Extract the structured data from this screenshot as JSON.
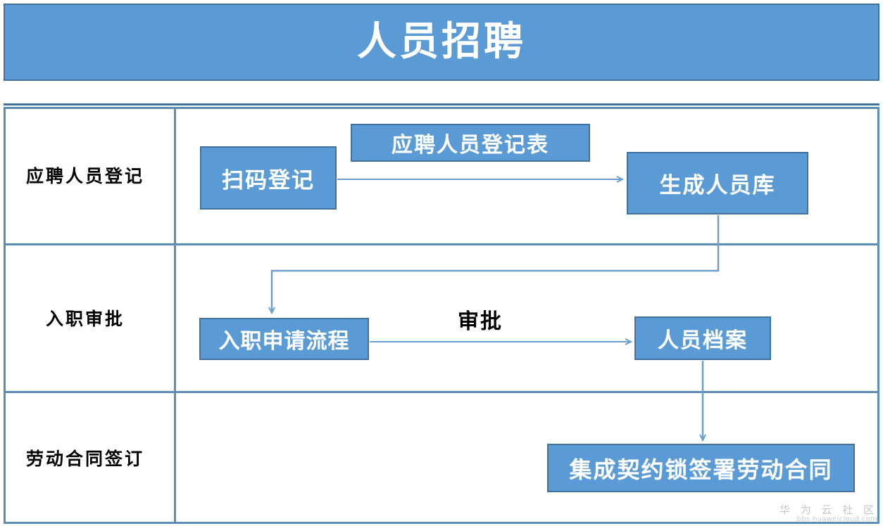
{
  "header": {
    "title": "人员招聘",
    "background_color": "#5B9BD5",
    "border_color": "#41719C",
    "text_color": "#FFFFFF"
  },
  "theme": {
    "node_fill": "#5B9BD5",
    "node_border": "#41719C",
    "grid_line": "#5B8DB8",
    "connector": "#6B9FD0",
    "label_text": "#000000",
    "page_background": "#FFFFFF"
  },
  "rows": [
    {
      "label": "应聘人员登记"
    },
    {
      "label": "入职审批"
    },
    {
      "label": "劳动合同签订"
    }
  ],
  "nodes": [
    {
      "id": "scan",
      "label": "扫码登记"
    },
    {
      "id": "form",
      "label": "应聘人员登记表"
    },
    {
      "id": "pool",
      "label": "生成人员库"
    },
    {
      "id": "apply",
      "label": "入职申请流程"
    },
    {
      "id": "archive",
      "label": "人员档案"
    },
    {
      "id": "contract",
      "label": "集成契约锁签署劳动合同"
    }
  ],
  "edges": [
    {
      "id": "scan-to-pool",
      "from": "scan",
      "to": "pool",
      "label": ""
    },
    {
      "id": "pool-to-apply",
      "from": "pool",
      "to": "apply",
      "label": ""
    },
    {
      "id": "apply-to-archive",
      "from": "apply",
      "to": "archive",
      "label": "审批"
    },
    {
      "id": "archive-to-contract",
      "from": "archive",
      "to": "contract",
      "label": ""
    }
  ],
  "watermark": {
    "brand": "华 为 云 社 区",
    "url": "bbs.huaweicloud.com"
  }
}
